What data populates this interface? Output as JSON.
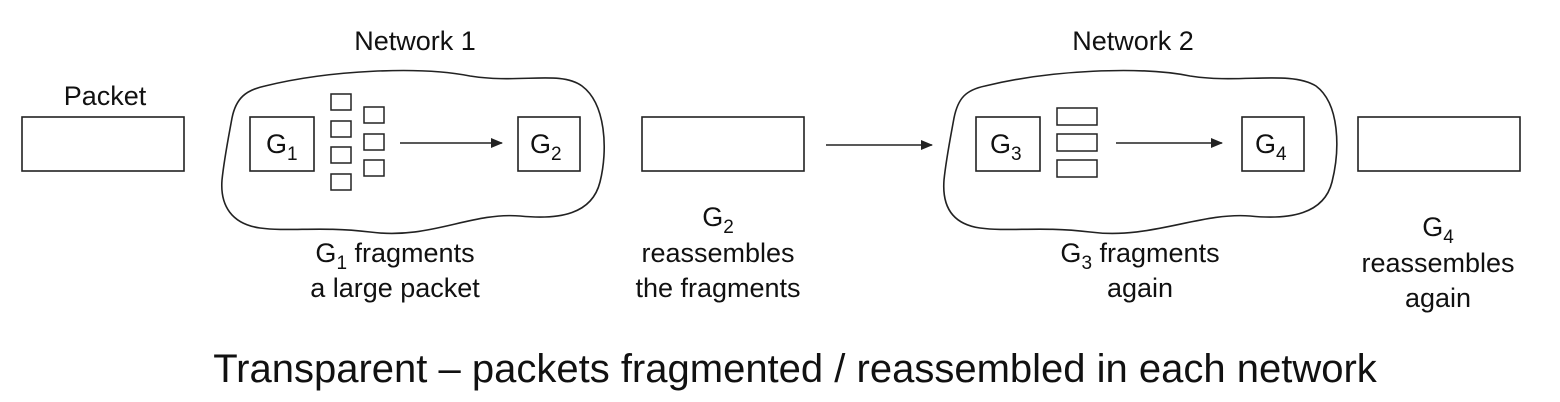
{
  "network1": {
    "label": "Network 1"
  },
  "network2": {
    "label": "Network 2"
  },
  "packet": {
    "label": "Packet"
  },
  "gateways": [
    {
      "letter": "G",
      "sub": "1"
    },
    {
      "letter": "G",
      "sub": "2"
    },
    {
      "letter": "G",
      "sub": "3"
    },
    {
      "letter": "G",
      "sub": "4"
    }
  ],
  "notes": {
    "g1": {
      "letter": "G",
      "sub": "1",
      "line1": " fragments",
      "line2": "a large packet"
    },
    "g2": {
      "letter": "G",
      "sub": "2",
      "line1": "reassembles",
      "line2": "the fragments"
    },
    "g3": {
      "letter": "G",
      "sub": "3",
      "line1": " fragments",
      "line2": "again"
    },
    "g4": {
      "letter": "G",
      "sub": "4",
      "line1": "reassembles",
      "line2": "again"
    }
  },
  "caption": "Transparent – packets fragmented / reassembled in each network"
}
